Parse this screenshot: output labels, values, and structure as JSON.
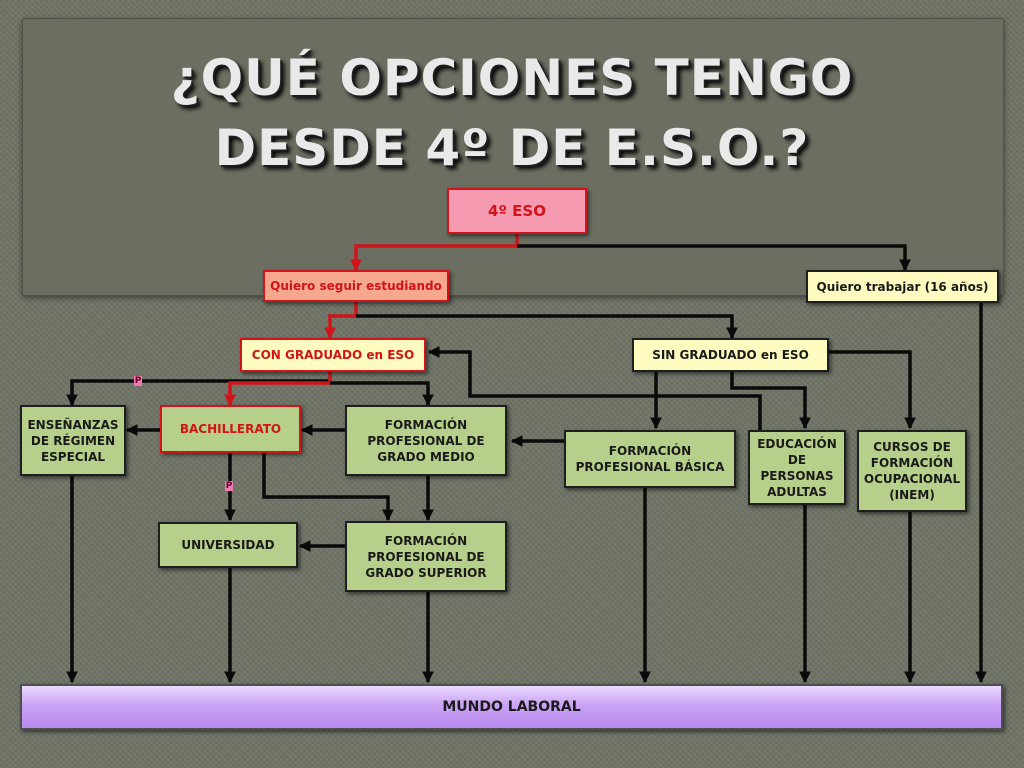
{
  "title": {
    "line1": "¿QUÉ OPCIONES TENGO",
    "line2": "DESDE 4º DE E.S.O.?"
  },
  "nodes": {
    "eso4": "4º ESO",
    "seguir": "Quiero seguir estudiando",
    "trabajar": "Quiero trabajar (16 años)",
    "con_graduado": "CON GRADUADO en ESO",
    "sin_graduado": "SIN GRADUADO en ESO",
    "ensenanzas": "ENSEÑANZAS DE RÉGIMEN ESPECIAL",
    "bachillerato": "BACHILLERATO",
    "fp_medio": "FORMACIÓN PROFESIONAL DE GRADO MEDIO",
    "fp_basica": "FORMACIÓN PROFESIONAL BÁSICA",
    "adultos": "EDUCACIÓN DE PERSONAS ADULTAS",
    "cursos": "CURSOS DE FORMACIÓN OCUPACIONAL (INEM)",
    "universidad": "UNIVERSIDAD",
    "fp_superior": "FORMACIÓN PROFESIONAL DE GRADO SUPERIOR",
    "mundo_laboral": "MUNDO LABORAL"
  },
  "markers": {
    "p1": "P",
    "p2": "P"
  },
  "colors": {
    "highlight": "#d0141a",
    "connector": "#0a0a0a",
    "box_green": "#b6cf8a",
    "box_yellow": "#fdfbc0",
    "box_pink": "#f59ab0",
    "box_lavender": "#c9a3f4"
  }
}
